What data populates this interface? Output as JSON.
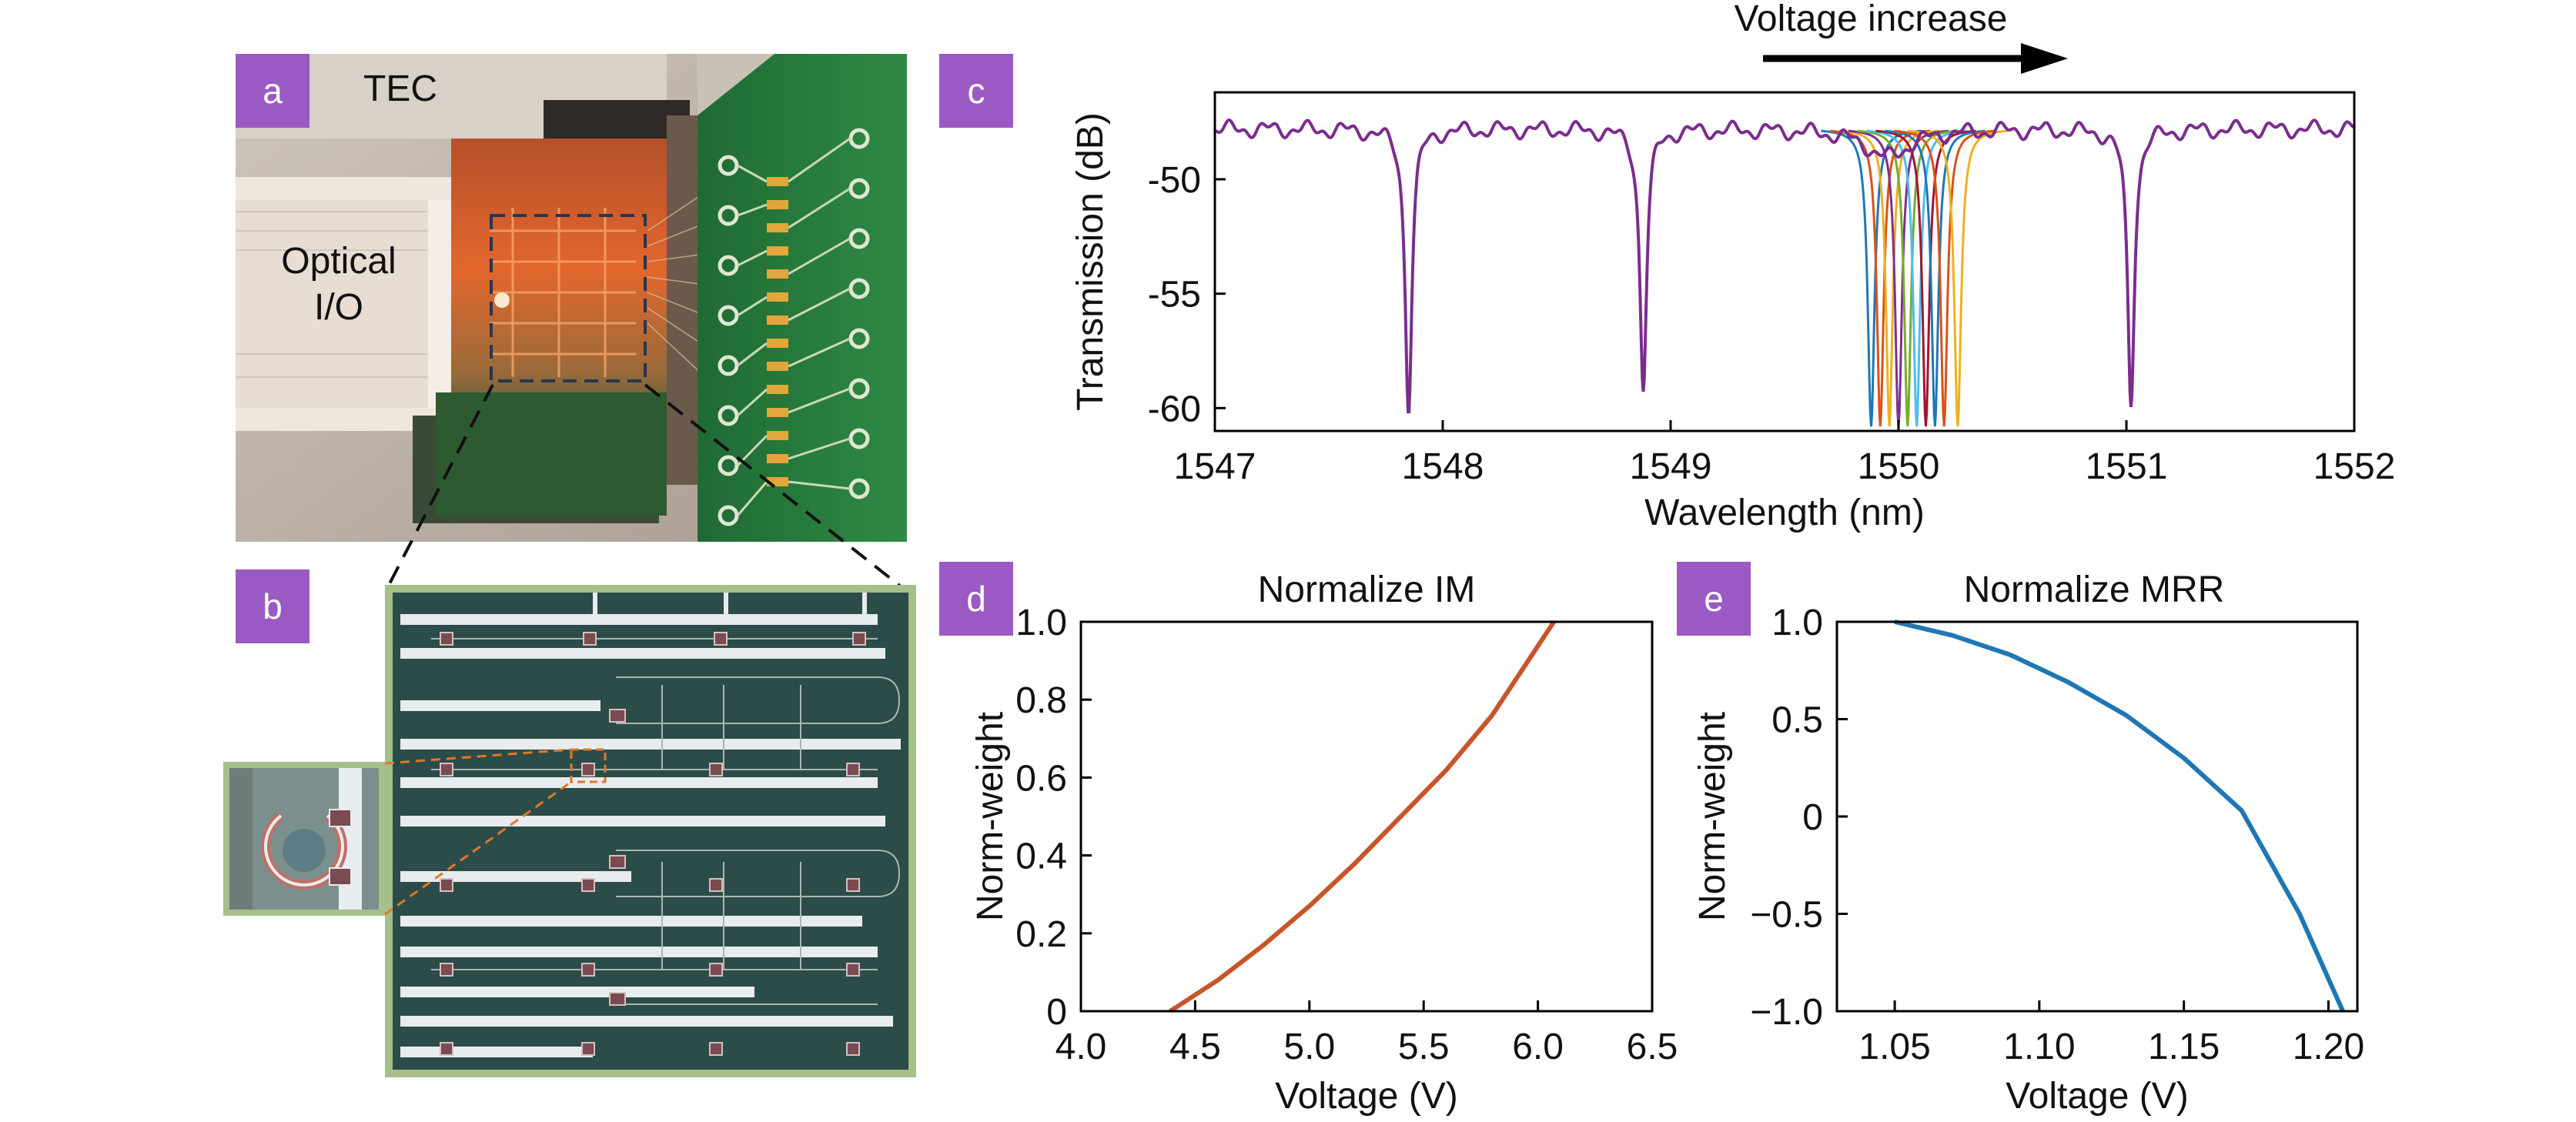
{
  "panels": {
    "a": {
      "badge": "a",
      "tec_label": "TEC",
      "io_label_line1": "Optical",
      "io_label_line2": "I/O"
    },
    "b": {
      "badge": "b"
    },
    "c": {
      "badge": "c",
      "annotation": "Voltage increase"
    },
    "d": {
      "badge": "d"
    },
    "e": {
      "badge": "e"
    }
  },
  "colors": {
    "badge": "#9b59c3",
    "main_trace": "#7b2d8e",
    "im_curve": "#c8552a",
    "mrr_curve": "#1f77b4",
    "tuned_traces": [
      "#1f77b4",
      "#d95319",
      "#edb120",
      "#7e2f8e",
      "#77ac30",
      "#4dbeee",
      "#a2142f",
      "#1f77b4",
      "#d95319",
      "#edb120"
    ]
  },
  "chart_data": [
    {
      "id": "c",
      "type": "line",
      "title": "",
      "xlabel": "Wavelength (nm)",
      "ylabel": "Transmission (dB)",
      "xlim": [
        1547,
        1552
      ],
      "ylim": [
        -61,
        -46.2
      ],
      "xticks": [
        "1547",
        "1548",
        "1549",
        "1550",
        "1551",
        "1552"
      ],
      "yticks": [
        "-50",
        "-55",
        "-60"
      ],
      "ytick_values": [
        -50,
        -55,
        -60
      ],
      "xtick_values": [
        1547,
        1548,
        1549,
        1550,
        1551,
        1552
      ],
      "baseline_db": -47.8,
      "resonances": [
        {
          "center": 1547.85,
          "min": -60.0
        },
        {
          "center": 1548.88,
          "min": -59.1
        },
        {
          "center": 1551.02,
          "min": -59.8
        }
      ],
      "tuned_resonance_centers": [
        1549.88,
        1549.92,
        1549.96,
        1550.0,
        1550.04,
        1550.08,
        1550.12,
        1550.16,
        1550.2,
        1550.26
      ],
      "tuned_resonance_min": -60.8
    },
    {
      "id": "d",
      "type": "line",
      "title": "Normalize IM",
      "xlabel": "Voltage (V)",
      "ylabel": "Norm-weight",
      "xlim": [
        4.0,
        6.5
      ],
      "ylim": [
        0,
        1.0
      ],
      "xticks": [
        "4.0",
        "4.5",
        "5.0",
        "5.5",
        "6.0",
        "6.5"
      ],
      "xtick_values": [
        4.0,
        4.5,
        5.0,
        5.5,
        6.0,
        6.5
      ],
      "yticks": [
        "0",
        "0.2",
        "0.4",
        "0.6",
        "0.8",
        "1.0"
      ],
      "ytick_values": [
        0,
        0.2,
        0.4,
        0.6,
        0.8,
        1.0
      ],
      "series": [
        {
          "x": [
            4.39,
            4.6,
            4.8,
            5.0,
            5.2,
            5.4,
            5.6,
            5.8,
            6.07
          ],
          "y": [
            0.0,
            0.08,
            0.17,
            0.27,
            0.38,
            0.5,
            0.62,
            0.76,
            1.0
          ]
        }
      ]
    },
    {
      "id": "e",
      "type": "line",
      "title": "Normalize MRR",
      "xlabel": "Voltage (V)",
      "ylabel": "Norm-weight",
      "xlim": [
        1.03,
        1.21
      ],
      "ylim": [
        -1.0,
        1.0
      ],
      "xticks": [
        "1.05",
        "1.10",
        "1.15",
        "1.20"
      ],
      "xtick_values": [
        1.05,
        1.1,
        1.15,
        1.2
      ],
      "yticks": [
        "1.0",
        "0.5",
        "0",
        "−0.5",
        "−1.0"
      ],
      "ytick_values": [
        1.0,
        0.5,
        0,
        -0.5,
        -1.0
      ],
      "series": [
        {
          "x": [
            1.05,
            1.07,
            1.09,
            1.11,
            1.13,
            1.15,
            1.17,
            1.19,
            1.205
          ],
          "y": [
            1.0,
            0.93,
            0.83,
            0.69,
            0.52,
            0.3,
            0.03,
            -0.5,
            -1.0
          ]
        }
      ]
    }
  ]
}
